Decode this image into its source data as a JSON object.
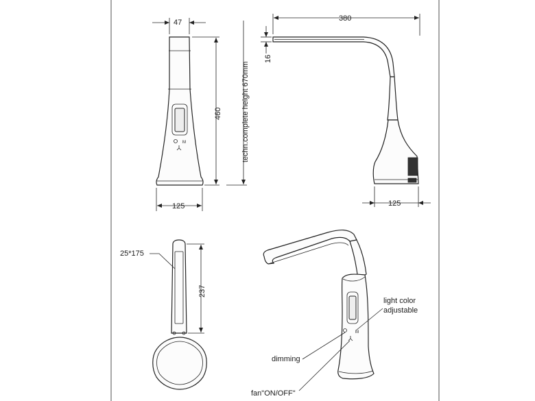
{
  "dimensions": {
    "front_width_top": "47",
    "front_height": "460",
    "complete_height": "techn.complete height 670mm",
    "front_base_width": "125",
    "side_arm_length": "380",
    "side_head_thickness": "16",
    "side_base_width": "125",
    "head_size": "25*175",
    "head_length": "237"
  },
  "labels": {
    "light_color": "light color",
    "adjustable": "adjustable",
    "dimming": "dimming",
    "fan": "fan\"ON/OFF\""
  },
  "button_marks": {
    "mode": "M"
  }
}
